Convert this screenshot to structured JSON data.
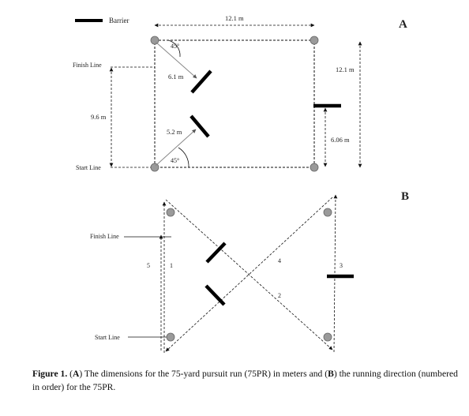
{
  "legend": {
    "barrier_label": "Barrier"
  },
  "panel_a": {
    "letter": "A",
    "width_label": "12.1 m",
    "height_label": "12.1 m",
    "finish_label": "Finish Line",
    "start_label": "Start Line",
    "separation_label": "9.6 m",
    "upper_diag_label": "6.1 m",
    "lower_diag_label": "5.2 m",
    "upper_angle_label": "45°",
    "lower_angle_label": "45°",
    "right_barrier_label": "6.06 m"
  },
  "panel_b": {
    "letter": "B",
    "finish_label": "Finish Line",
    "start_label": "Start Line",
    "run_numbers": [
      "1",
      "2",
      "3",
      "4",
      "5"
    ]
  },
  "caption": {
    "fig_label": "Figure 1.",
    "a_label": "A",
    "a_text": ") The dimensions for the 75-yard pursuit run (75PR) in meters and (",
    "b_label": "B",
    "b_text": ") the running direction (numbered in order) for the 75PR.",
    "open_paren": " ("
  }
}
